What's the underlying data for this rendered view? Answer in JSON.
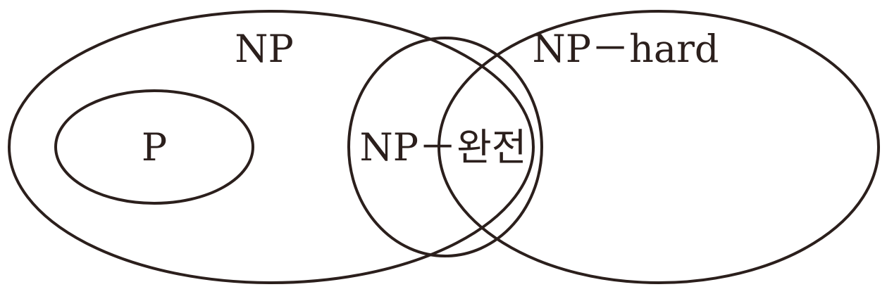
{
  "diagram": {
    "sets": {
      "np": {
        "label": "NP"
      },
      "np_hard": {
        "label": "NP－hard"
      },
      "p": {
        "label": "P"
      },
      "np_complete": {
        "label": "NP－완전"
      }
    },
    "colors": {
      "stroke": "#2b1f1c",
      "background": "#ffffff"
    }
  }
}
